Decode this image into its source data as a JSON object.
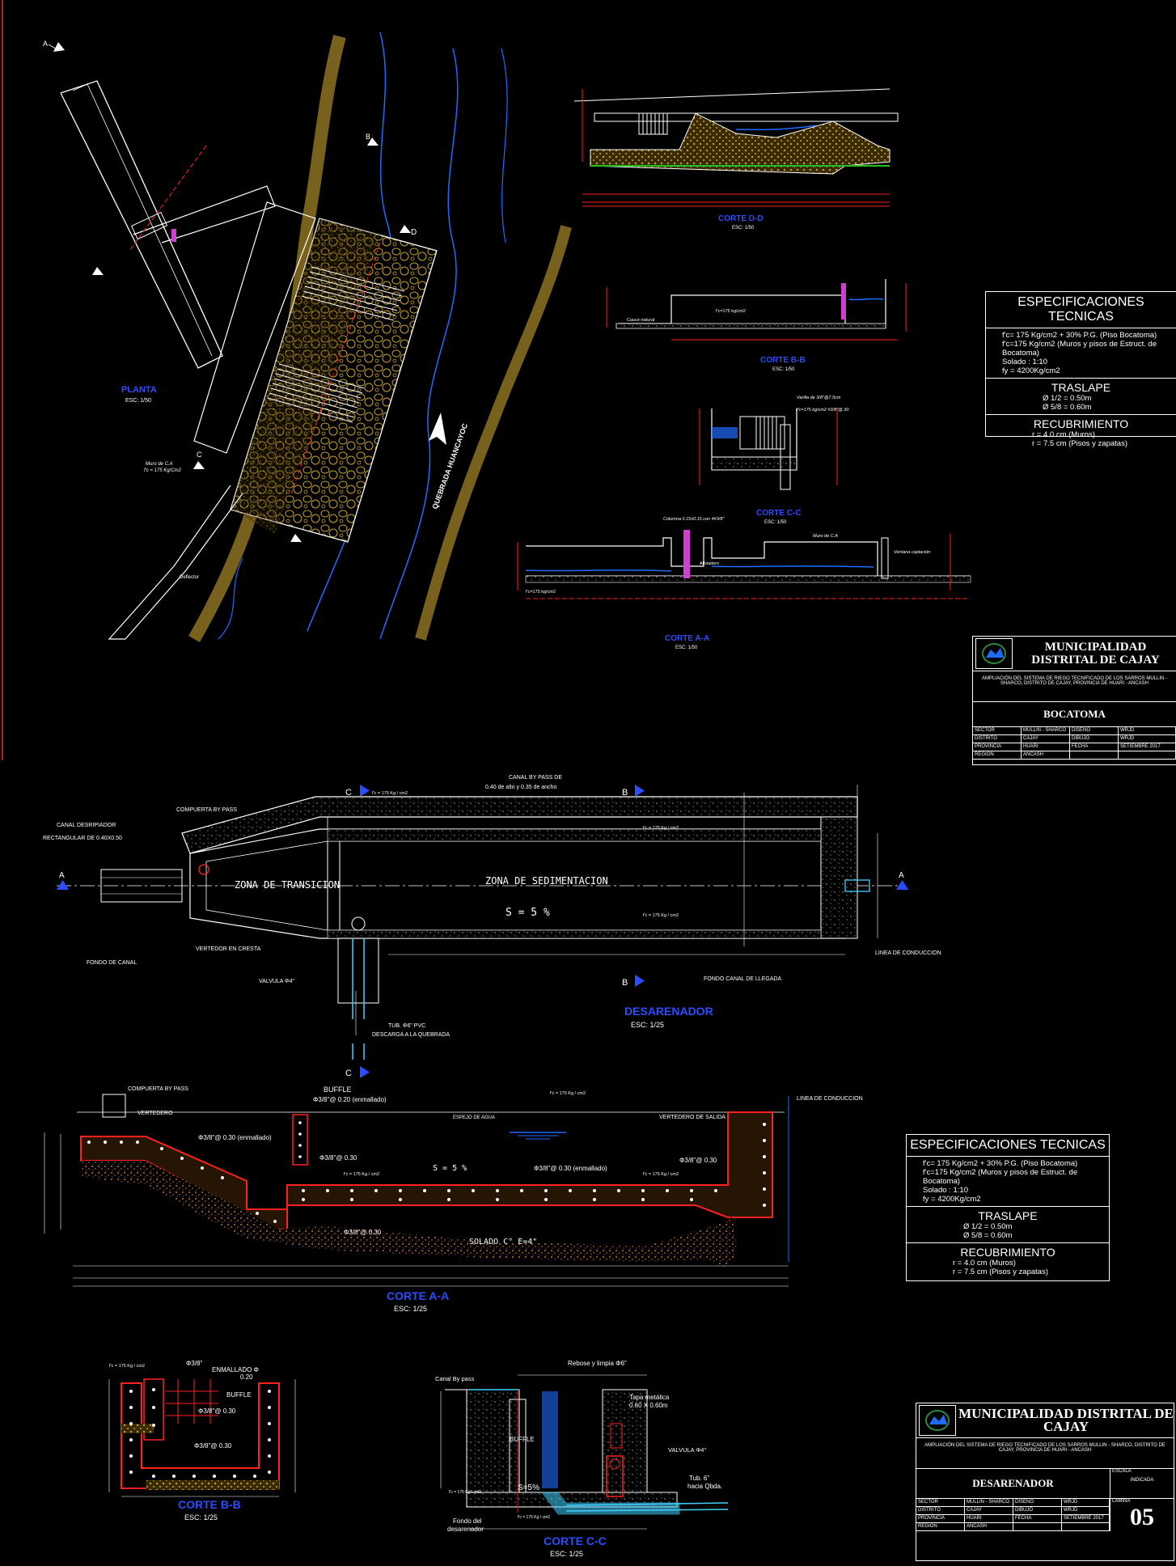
{
  "top": {
    "plan": {
      "title": "PLANTA",
      "scale": "ESC: 1/50"
    },
    "river_label": "QUEBRADA HUANCAYOC",
    "plan_labels": {
      "deflector": "Deflector",
      "muro": "Muro de C.A",
      "fc": "f'c = 175 Kg/Cm2",
      "cut_a": "A",
      "cut_b": "B",
      "cut_c": "C",
      "cut_d": "D"
    },
    "corte_dd": {
      "title": "CORTE D-D",
      "scale": "ESC: 1/50"
    },
    "corte_bb": {
      "title": "CORTE B-B",
      "scale": "ESC: 1/50",
      "label1": "Cauce natural",
      "label2": "f'c=175 kg/cm2"
    },
    "corte_cc": {
      "title": "CORTE C-C",
      "scale": "ESC: 1/50",
      "label1": "Varilla de 3/8\"@7.5cm",
      "label2": "f'c=175 kg/cm2  #3/8\"@.30"
    },
    "corte_aa": {
      "title": "CORTE A-A",
      "scale": "ESC: 1/50",
      "label1": "Columna 0.15x0.15 con 4#3/8\"",
      "label2": "Muro de C.A",
      "label3": "Aliviadero",
      "label4": "f'c=175 kg/cm2",
      "label5": "Ventana captación"
    },
    "specs": {
      "title": "ESPECIFICACIONES TECNICAS",
      "lines": [
        "f'c= 175 Kg/cm2 + 30% P.G. (Piso Bocatoma)",
        "f'c=175 Kg/cm2 (Muros y pisos de Estruct. de Bocatoma)",
        "Solado : 1:10",
        "fy = 4200Kg/cm2"
      ],
      "traslape_title": "TRASLAPE",
      "traslape": [
        "Ø  1/2 = 0.50m",
        "Ø  5/8 = 0.60m"
      ],
      "recub_title": "RECUBRIMIENTO",
      "recub": [
        "r = 4.0 cm (Muros)",
        "r = 7.5 cm (Pisos y zapatas)"
      ]
    },
    "title_block": {
      "municipality": "MUNICIPALIDAD DISTRITAL DE CAJAY",
      "project": "AMPLIACIÓN DEL SISTEMA DE RIEGO TECNIFICADO DE LOS SARROS MULLIN - SHARCO, DISTRITO DE CAJAY, PROVINCIA DE HUARI - ANCASH",
      "sheet_title": "BOCATOMA",
      "fields": [
        [
          "SECTOR",
          "MULLIN - SHARCO",
          "DISEÑO",
          "WRJD"
        ],
        [
          "DISTRITO",
          "CAJAY",
          "DIBUJO",
          "WRJD"
        ],
        [
          "PROVINCIA",
          "HUARI",
          "FECHA",
          "SETIEMBRE 2017"
        ],
        [
          "REGION",
          "ANCASH",
          "",
          ""
        ]
      ]
    }
  },
  "desarenador": {
    "title": "DESARENADOR",
    "scale": "ESC: 1/25",
    "labels": {
      "bypass_canal": "CANAL BY PASS DE",
      "bypass_dims": "0.40 de alto y 0.35 de ancho",
      "compuerta": "COMPUERTA BY PASS",
      "canal_desrip": "CANAL DESRIPIADOR",
      "rect": "RECTANGULAR DE 0.40X0.50",
      "zona_trans": "ZONA DE TRANSICION",
      "zona_sed": "ZONA DE SEDIMENTACION",
      "slope": "S  =  5 %",
      "fondo_canal": "FONDO DE CANAL",
      "vertedor": "VERTEDOR EN CRESTA",
      "valvula": "VALVULA  Φ4\"",
      "tub": "TUB. Φ6\" PVC",
      "descarga": "DESCARGA A LA QUEBRADA",
      "fondo_llegada": "FONDO CANAL DE LLEGADA",
      "linea": "LINEA DE CONDUCCION",
      "fc": "f'c = 175 Kg / cm2",
      "cut_a": "A",
      "cut_b": "B",
      "cut_c": "C"
    }
  },
  "corte_aa2": {
    "title": "CORTE A-A",
    "scale": "ESC: 1/25",
    "labels": {
      "compuerta": "COMPUERTA BY PASS",
      "buffle": "BUFFLE",
      "buffle_bar": "Φ3/8\"@ 0.20 (enmallado)",
      "vertedero": "VERTEDERO",
      "espejo": "ESPEJO DE AGUA",
      "vert_salida": "VERTEDERO DE SALIDA",
      "linea": "LINEA DE CONDUCCION",
      "enmallado": "Φ3/8\"@ 0.30 (enmallado)",
      "bar030": "Φ3/8\"@ 0.30",
      "slope": "S  =  5 %",
      "solado": "SOLADO C° E=4\"",
      "fc": "f'c = 175 Kg / cm2"
    }
  },
  "specs2": {
    "title": "ESPECIFICACIONES TECNICAS",
    "lines": [
      "f'c= 175 Kg/cm2 + 30% P.G. (Piso Bocatoma)",
      "f'c=175 Kg/cm2 (Muros y pisos de Estruct. de Bocatoma)",
      "Solado : 1:10",
      "fy = 4200Kg/cm2"
    ],
    "traslape_title": "TRASLAPE",
    "traslape": [
      "Ø  1/2 = 0.50m",
      "Ø  5/8 = 0.60m"
    ],
    "recub_title": "RECUBRIMIENTO",
    "recub": [
      "r = 4.0 cm (Muros)",
      "r = 7.5 cm (Pisos y zapatas)"
    ]
  },
  "corte_bb2": {
    "title": "CORTE B-B",
    "scale": "ESC: 1/25",
    "labels": {
      "fc": "f'c = 175 Kg / cm2",
      "bar": "Φ3/8\"",
      "enmallado": "ENMALLADO Φ",
      "val": "0.20",
      "buffle": "BUFFLE",
      "b1": "Φ3/8\"@ 0.30",
      "b2": "Φ3/8\"@ 0.30"
    }
  },
  "corte_cc2": {
    "title": "CORTE C-C",
    "scale": "ESC: 1/25",
    "labels": {
      "canal": "Canal By pass",
      "rebose": "Rebose y limpia  Φ6\"",
      "tapa": "Tapa metálica",
      "tapa_dims": "0.60 X 0.60m",
      "buffle": "BUFFLE",
      "valvula": "VALVULA Φ4\"",
      "slope": "S=5%",
      "tub": "Tub. 6\"",
      "hacia": "hacia Qbda.",
      "fondo": "Fondo del",
      "desarenador": "desarenador",
      "fc": "f'c = 175 Kg / cm2"
    }
  },
  "title_block2": {
    "municipality": "MUNICIPALIDAD DISTRITAL DE CAJAY",
    "project": "AMPLIACIÓN DEL SISTEMA DE RIEGO TECNIFICADO DE LOS SARROS MULLIN - SHARCO, DISTRITO DE CAJAY, PROVINCIA DE HUARI - ANCASH",
    "sheet_title": "DESARENADOR",
    "scale_label": "ESCALA",
    "scale": "INDICADA",
    "sheet_label": "LAMINA",
    "sheet_no": "05",
    "fields": [
      [
        "SECTOR",
        "MULLIN - SHARCO",
        "DISEÑO",
        "WRJD"
      ],
      [
        "DISTRITO",
        "CAJAY",
        "DIBUJO",
        "WRJD"
      ],
      [
        "PROVINCIA",
        "HUARI",
        "FECHA",
        "SETIEMBRE 2017"
      ],
      [
        "REGION",
        "ANCASH",
        "",
        ""
      ]
    ]
  },
  "colors": {
    "bg": "#000000",
    "line": "#ffffff",
    "dim": "#ff2020",
    "water": "#1e6bff",
    "rock": "#c8a030",
    "green": "#20c020",
    "magenta": "#d040d0",
    "cyan": "#40d0ff",
    "label_blue": "#2a4dff"
  }
}
